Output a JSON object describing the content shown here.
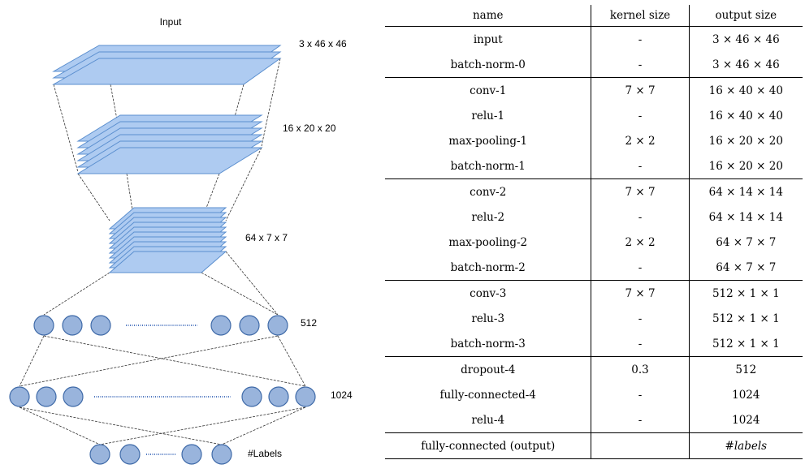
{
  "diagram": {
    "title": "Input",
    "layer_labels": [
      "3 x 46 x 46",
      "16 x 20 x 20",
      "64 x 7 x 7",
      "512",
      "1024",
      "#Labels"
    ],
    "colors": {
      "slab_fill": "#aecbf1",
      "slab_stroke": "#5b8fcf",
      "node_fill": "#99b4dc",
      "node_stroke": "#3f6aa8",
      "dots": "#5078c0"
    }
  },
  "table": {
    "headers": [
      "name",
      "kernel size",
      "output size"
    ],
    "groups": [
      [
        [
          "input",
          "-",
          "3 × 46 × 46"
        ],
        [
          "batch-norm-0",
          "-",
          "3 × 46 × 46"
        ]
      ],
      [
        [
          "conv-1",
          "7 × 7",
          "16 × 40 × 40"
        ],
        [
          "relu-1",
          "-",
          "16 × 40 × 40"
        ],
        [
          "max-pooling-1",
          "2 × 2",
          "16 × 20 × 20"
        ],
        [
          "batch-norm-1",
          "-",
          "16 × 20 × 20"
        ]
      ],
      [
        [
          "conv-2",
          "7 × 7",
          "64 × 14 × 14"
        ],
        [
          "relu-2",
          "-",
          "64 × 14 × 14"
        ],
        [
          "max-pooling-2",
          "2 × 2",
          "64 × 7 × 7"
        ],
        [
          "batch-norm-2",
          "-",
          "64 × 7 × 7"
        ]
      ],
      [
        [
          "conv-3",
          "7 × 7",
          "512 × 1 × 1"
        ],
        [
          "relu-3",
          "-",
          "512 × 1 × 1"
        ],
        [
          "batch-norm-3",
          "-",
          "512 × 1 × 1"
        ]
      ],
      [
        [
          "dropout-4",
          "0.3",
          "512"
        ],
        [
          "fully-connected-4",
          "-",
          "1024"
        ],
        [
          "relu-4",
          "-",
          "1024"
        ]
      ],
      [
        [
          "fully-connected (output)",
          "",
          "#labels"
        ]
      ]
    ]
  }
}
